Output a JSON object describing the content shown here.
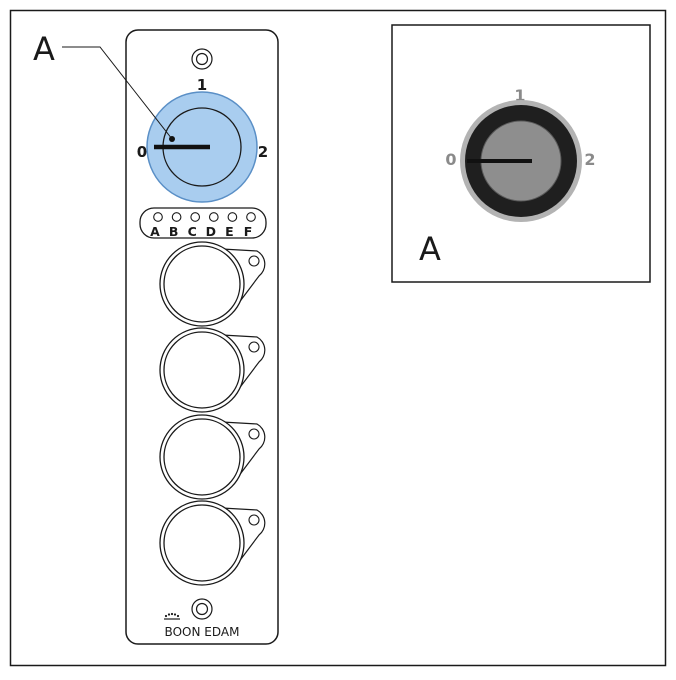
{
  "callout_label": "A",
  "panel": {
    "switch_positions": {
      "pos0": "0",
      "pos1": "1",
      "pos2": "2"
    },
    "slot_letters": [
      "A",
      "B",
      "C",
      "D",
      "E",
      "F"
    ],
    "brand": "BOON EDAM"
  },
  "inset": {
    "switch_positions": {
      "pos0": "0",
      "pos1": "1",
      "pos2": "2"
    },
    "label": "A"
  },
  "colors": {
    "knob_fill": "#a9cdef",
    "knob_stroke": "#5a8fc6",
    "inset_key_ring": "#1f1f1f",
    "inset_key_face": "#8e8e8e",
    "inset_position_text": "#8a8a8a"
  }
}
